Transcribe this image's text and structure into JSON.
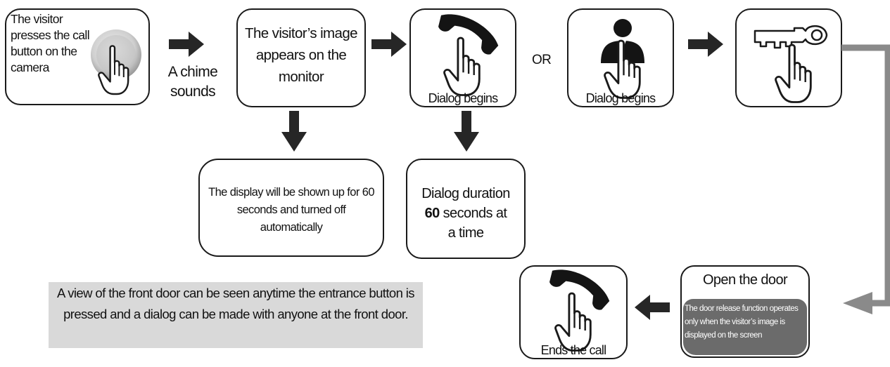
{
  "steps": {
    "visitor_press": "The visitor presses the call button on the camera",
    "chime": "A chime sounds",
    "image_appears": "The visitor’s image appears on the monitor",
    "dialog_begins_1": "Dialog begins",
    "or": "OR",
    "dialog_begins_2": "Dialog begins"
  },
  "notes": {
    "display_timeout": "The display will be shown up for 60 seconds and turned off automatically",
    "dialog_duration_pre": "Dialog duration",
    "dialog_duration_bold": "60",
    "dialog_duration_post": "seconds at a time"
  },
  "door": {
    "title": "Open the door",
    "note": "The door release function operates only when the visitor’s image is displayed on the screen"
  },
  "end": {
    "label": "Ends the call"
  },
  "info": "A view of the front door can be seen anytime the entrance button is pressed and a dialog can be made with anyone at the front door.",
  "footer_heading": "",
  "colors": {
    "stroke": "#1a1a1a",
    "arrow": "#262626",
    "connector": "#8a8a8a",
    "note_bg": "#d9d9d9",
    "door_note_bg": "#6b6b6b"
  },
  "icons": [
    "call-button-icon",
    "handset-icon",
    "person-icon",
    "key-icon",
    "pointing-hand-icon",
    "arrow-right-icon",
    "arrow-down-icon",
    "arrow-left-icon"
  ]
}
